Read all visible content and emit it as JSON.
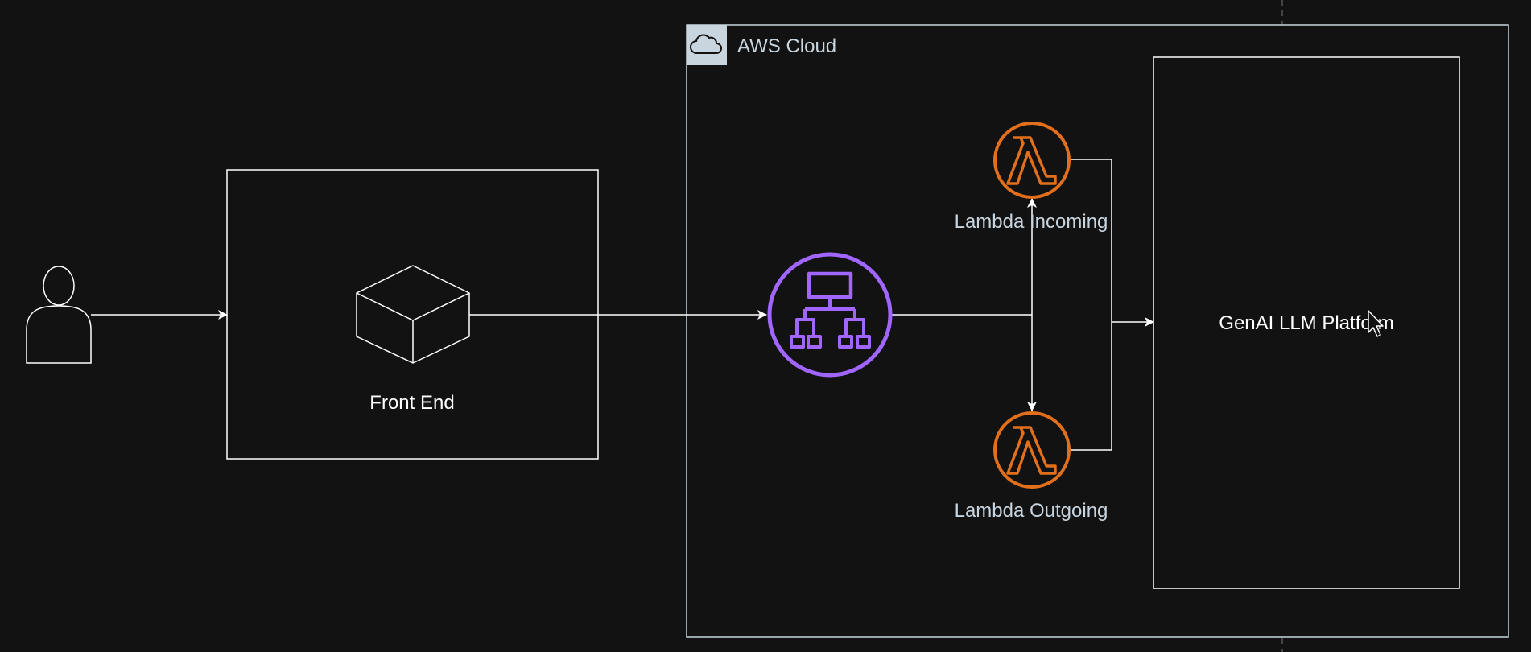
{
  "diagram": {
    "aws_cloud": {
      "label": "AWS Cloud"
    },
    "front_end": {
      "label": "Front End"
    },
    "lambda_incoming": {
      "label": "Lambda Incoming"
    },
    "lambda_outgoing": {
      "label": "Lambda Outgoing"
    },
    "genai_platform": {
      "label": "GenAI LLM Platform"
    }
  },
  "colors": {
    "background": "#121212",
    "stroke": "#ffffff",
    "aws_group_border": "#c8d4de",
    "aws_text": "#c8d4de",
    "aws_icon_bg": "#c8d4de",
    "load_balancer": "#a166ff",
    "lambda": "#e16f1b"
  },
  "icons": {
    "user": "user-icon",
    "cloud": "cloud-icon",
    "box": "cube-icon",
    "load_balancer": "load-balancer-icon",
    "lambda": "lambda-icon",
    "cursor": "cursor-icon"
  }
}
